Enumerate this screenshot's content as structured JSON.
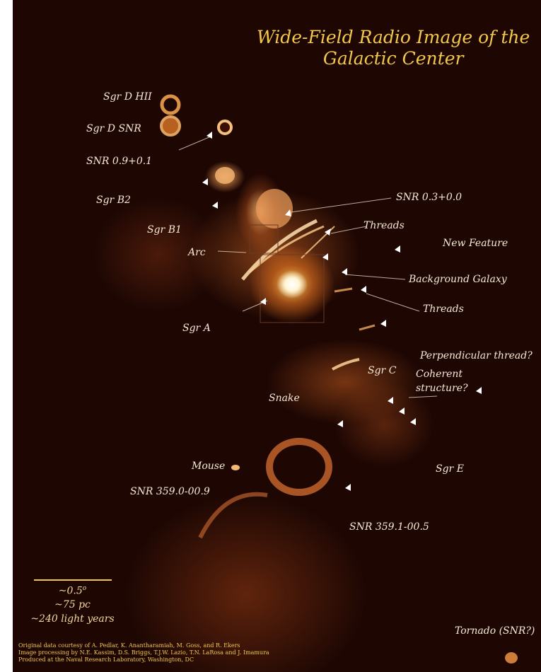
{
  "title": {
    "line1": "Wide-Field Radio Image of the",
    "line2": "Galactic Center"
  },
  "labels": {
    "sgr_d_hii": "Sgr D HII",
    "sgr_d_snr": "Sgr D SNR",
    "snr_09": "SNR 0.9+0.1",
    "sgr_b2": "Sgr B2",
    "sgr_b1": "Sgr B1",
    "arc": "Arc",
    "sgr_a": "Sgr A",
    "snr_03": "SNR 0.3+0.0",
    "threads_1": "Threads",
    "new_feature": "New Feature",
    "background_galaxy": "Background Galaxy",
    "threads_2": "Threads",
    "perpendicular_thread": "Perpendicular thread?",
    "sgr_c": "Sgr C",
    "coherent_1": "Coherent",
    "coherent_2": "structure?",
    "snake": "Snake",
    "mouse": "Mouse",
    "snr_359_0": "SNR 359.0-00.9",
    "sgr_e": "Sgr E",
    "snr_359_1": "SNR 359.1-00.5",
    "tornado": "Tornado (SNR?)"
  },
  "scale_bar": {
    "angle": "~0.5",
    "angle_unit": "o",
    "parsecs": "~75 pc",
    "light_years": "~240 light years"
  },
  "credits": {
    "line1": "Original data courtesy of A. Pedlar, K. Anantharamiah, M. Goss, and R. Ekers",
    "line2": "Image processing by N.E. Kassim, D.S. Briggs, T.J.W. Lazio, T.N. LaRosa and J. Imamura",
    "line3": "Produced at the Naval Research Laboratory, Washington, DC"
  },
  "colors": {
    "background": "#1e0703",
    "title": "#f2c84c",
    "labels": "#f6ead6",
    "emission": "#e0822c"
  }
}
